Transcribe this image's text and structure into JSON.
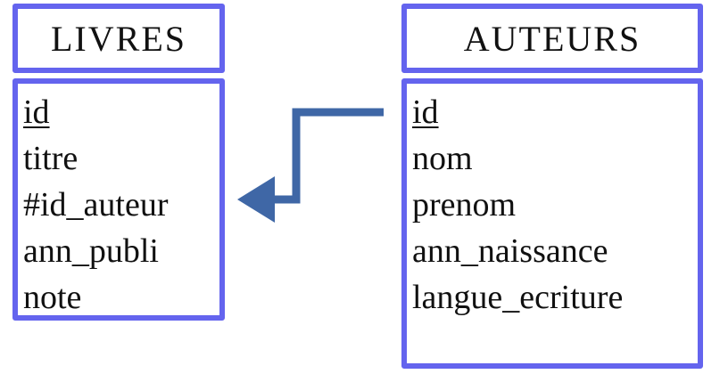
{
  "tables": {
    "livres": {
      "title": "LIVRES",
      "fields": [
        "id ",
        "titre",
        "#id_auteur",
        "ann_publi",
        "note"
      ]
    },
    "auteurs": {
      "title": "AUTEURS",
      "fields": [
        "id",
        "nom",
        "prenom",
        "ann_naissance",
        "langue_ecriture"
      ]
    }
  },
  "colors": {
    "table_border": "#6464ee",
    "relation_arrow": "#3f67a6"
  }
}
